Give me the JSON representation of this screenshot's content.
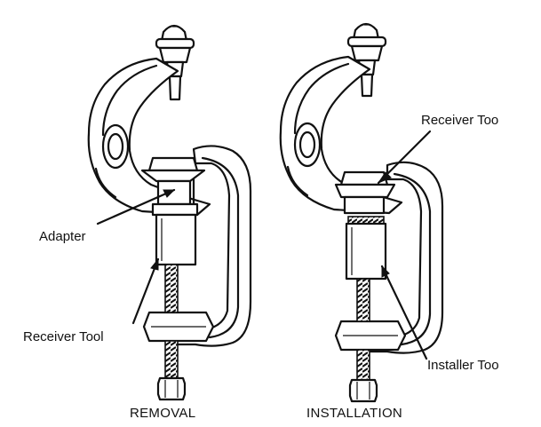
{
  "labels": {
    "adapter": "Adapter",
    "receiver_tool_left": "Receiver Tool",
    "receiver_tool_right": "Receiver Too",
    "installer_tool": "Installer Too"
  },
  "captions": {
    "removal": "REMOVAL",
    "installation": "INSTALLATION"
  }
}
